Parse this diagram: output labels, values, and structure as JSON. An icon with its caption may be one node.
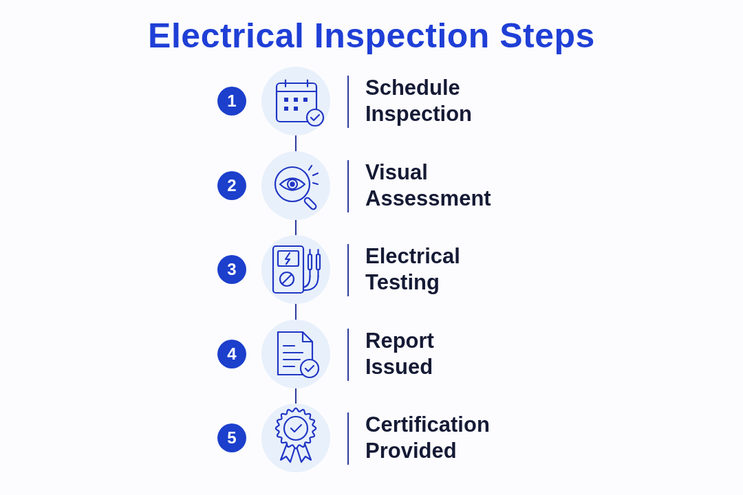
{
  "diagram": {
    "title": "Electrical Inspection Steps",
    "nodes": [
      {
        "text": [
          "1"
        ]
      },
      {
        "text": [],
        "shape": "circle",
        "beside": [
          "Schedule Inspection"
        ]
      },
      {
        "text": [
          "2"
        ]
      },
      {
        "text": [],
        "shape": "circle",
        "beside": [
          "Visual Assessment"
        ]
      },
      {
        "text": [
          "3"
        ]
      },
      {
        "text": [],
        "shape": "circle",
        "beside": [
          "Electrical Testing"
        ]
      },
      {
        "text": [
          "4"
        ]
      },
      {
        "text": [],
        "shape": "circle",
        "beside": [
          "Report Issued"
        ]
      },
      {
        "text": [
          "5"
        ]
      },
      {
        "text": [],
        "shape": "circle",
        "beside": [
          "Certification Provided"
        ]
      }
    ],
    "edges": [
      {
        "from": 1,
        "to": 3,
        "arrow": "none"
      },
      {
        "from": 3,
        "to": 5,
        "arrow": "none"
      },
      {
        "from": 5,
        "to": 7,
        "arrow": "none"
      },
      {
        "from": 7,
        "to": 9,
        "arrow": "none"
      }
    ]
  }
}
